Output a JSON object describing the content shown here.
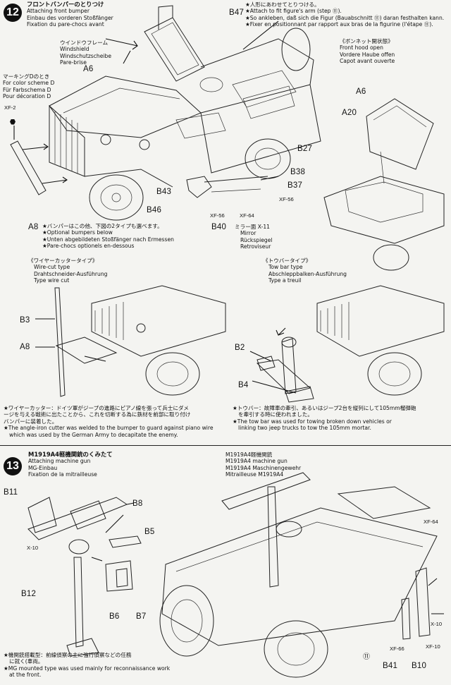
{
  "step12": {
    "number": "12",
    "title_jp": "フロントバンパーのとりつけ",
    "title_en": "Attaching front bumper",
    "title_de": "Einbau des vorderen Stoßfänger",
    "title_fr": "Fixation du pare-chocs avant",
    "windshield": {
      "jp": "ウインドウフレーム",
      "en": "Windshield",
      "de": "Windschutzscheibe",
      "fr": "Pare-brise"
    },
    "marking": {
      "jp": "マーキングDのとき",
      "en": "For color scheme D",
      "de": "Für Farbschema D",
      "fr": "Pour décoration D"
    },
    "paint_xf2": "XF-2",
    "figure_note": {
      "jp": "★人形にあわせてとりつける。",
      "en": "★Attach to fit figure's arm (step ⑪).",
      "de": "★So ankleben, daß sich die Figur (Bauabschnitt ⑪) daran festhalten kann.",
      "fr": "★Fixer en positionnant par rapport aux bras de la figurine (l'étape ⑪)."
    },
    "bumper_note": {
      "jp": "★バンパーはこの他、下図の2タイプも選べます。",
      "en": "★Optional bumpers below",
      "de": "★Unten abgebildeten Stoßfänger nach Ermessen",
      "fr": "★Pare-chocs optionels en-dessous"
    },
    "mirror": {
      "jp": "ミラー面 X-11",
      "en": "Mirror",
      "de": "Rückspiegel",
      "fr": "Retroviseur"
    },
    "hood": {
      "jp": "《ボンネット開状態》",
      "en": "Front hood open",
      "de": "Vordere Haube offen",
      "fr": "Capot avant ouverte"
    },
    "parts": {
      "a6": "A6",
      "a6b": "A6",
      "a20": "A20",
      "a8": "A8",
      "b47": "B47",
      "b27": "B27",
      "b38": "B38",
      "b37": "B37",
      "b43": "B43",
      "b46": "B46",
      "b40": "B40"
    },
    "paints": {
      "xf56a": "XF-56",
      "xf56b": "XF-56",
      "xf64": "XF-64"
    }
  },
  "wirecut": {
    "jp": "《ワイヤーカッタータイプ》",
    "en": "Wire-cut type",
    "de": "Drahtschneider-Ausführung",
    "fr": "Type wire cut",
    "b3": "B3",
    "a8": "A8",
    "note_jp1": "★ワイヤーカッター：ドイツ軍がジープの進路にピアノ線を張って兵士にダメ",
    "note_jp2": "ージを与える戦術に出たことから、これを切断する為に鉄材を前部に取り付け",
    "note_jp3": "バンパーに装着した。",
    "note_en1": "★The angle-iron cutter was welded to the bumper to guard against piano wire",
    "note_en2": "which was used by the German Army to decapitate the enemy."
  },
  "towbar": {
    "jp": "《トウバータイプ》",
    "en": "Tow bar type",
    "de": "Abschleppbalken-Ausführung",
    "fr": "Type a treuil",
    "b2": "B2",
    "b4": "B4",
    "note_jp1": "★トウバー：故障車の牽引、あるいはジープ2台を縦列にして105mm榴弾砲",
    "note_jp2": "を牽引する時に使われました。",
    "note_en1": "★The tow bar was used for towing broken down vehicles or",
    "note_en2": "linking two jeep trucks to tow the 105mm mortar."
  },
  "step13": {
    "number": "13",
    "title_jp": "M1919A4軽機関銃のくみたて",
    "title_en": "Attaching machine gun",
    "title_de": "MG-Einbau",
    "title_fr": "Fixation de la mitrailleuse",
    "gun_jp": "M1919A4軽機関銃",
    "gun_en": "M1919A4 machine gun",
    "gun_de": "M1919A4 Maschinengewehr",
    "gun_fr": "Mitrailleuse M1919A4",
    "parts": {
      "b11": "B11",
      "b8": "B8",
      "b5": "B5",
      "b12": "B12",
      "b6": "B6",
      "b7": "B7",
      "b41": "B41",
      "b10": "B10"
    },
    "paints": {
      "x10a": "X-10",
      "x10b": "X-10",
      "xf64": "XF-64",
      "xf66": "XF-66",
      "xf10": "XF-10"
    },
    "note_jp1": "★機関銃搭載型：前線偵察の主に強行偵察などの任務",
    "note_jp2": "に就く(車両。",
    "note_en1": "★MG mounted type was used mainly for reconnaissance work",
    "note_en2": "at the front.",
    "ref_step": "⑪"
  }
}
